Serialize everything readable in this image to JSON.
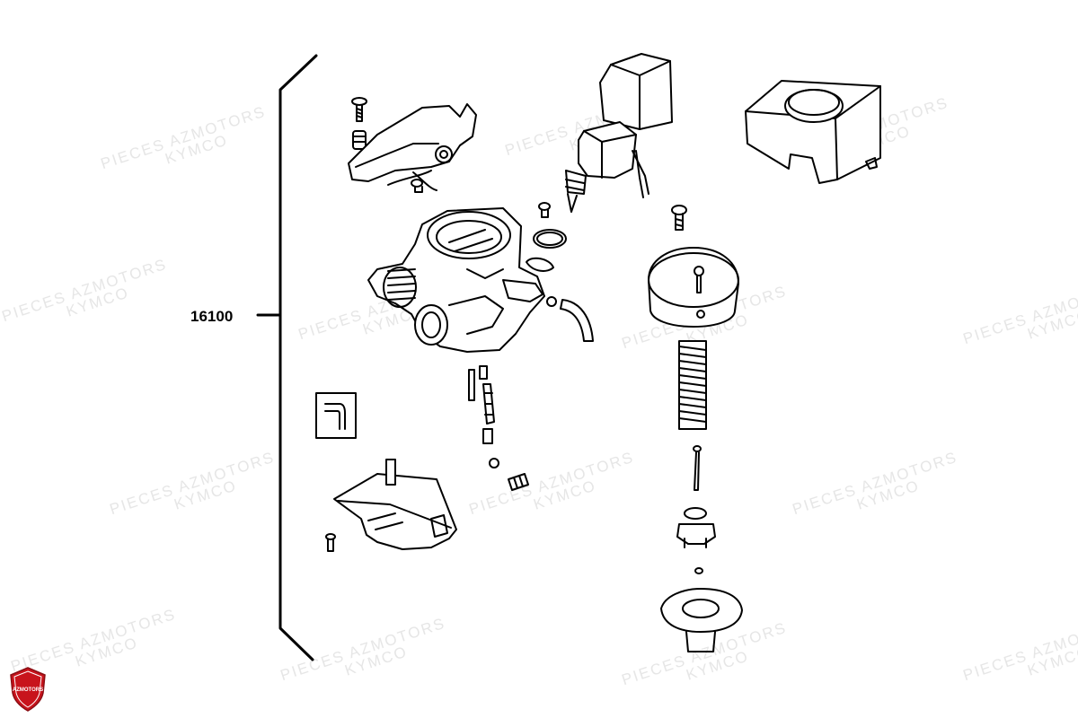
{
  "diagram": {
    "reference_number": "16100",
    "watermark": {
      "line1": "PIECES AZMOTORS",
      "line2": "KYMCO"
    },
    "logo": {
      "text": "AZMOTORS",
      "color": "#c8141c"
    }
  }
}
